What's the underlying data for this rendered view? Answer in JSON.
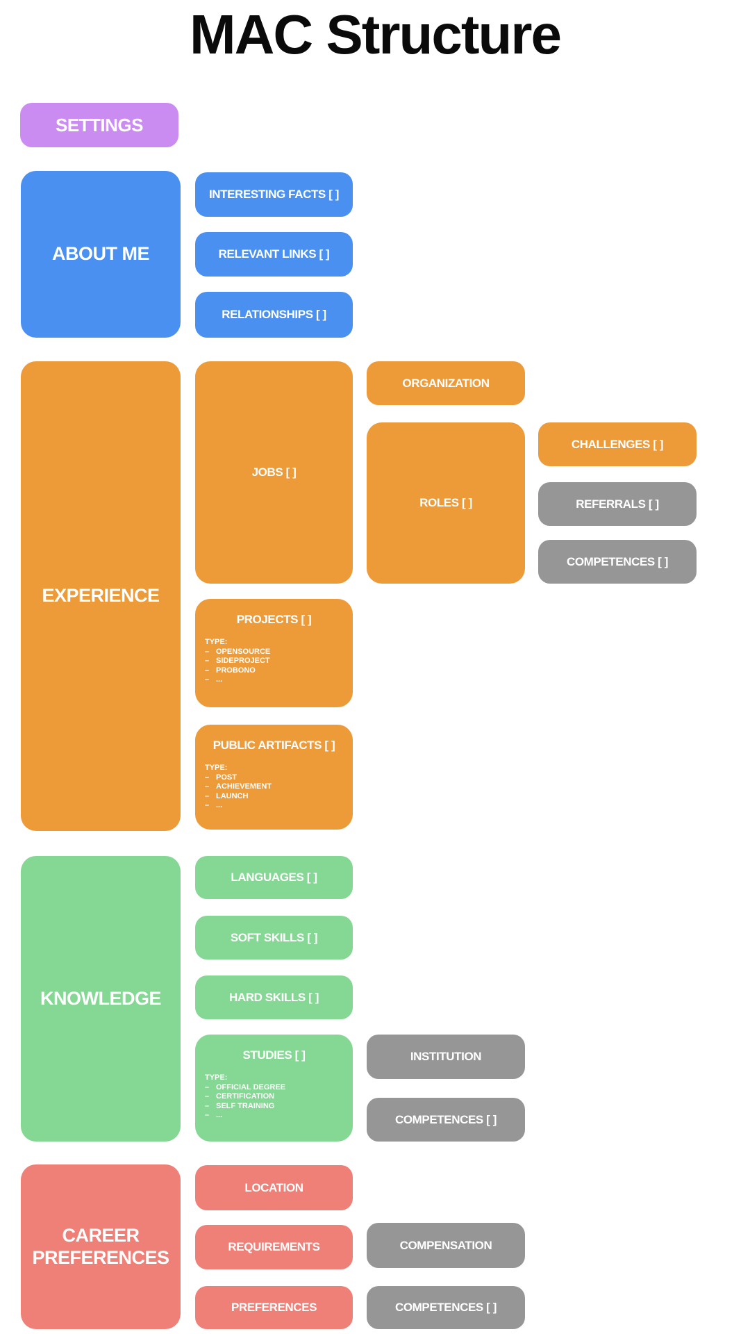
{
  "page_title": "MAC Structure",
  "list_bullet": "–",
  "colors": {
    "background": "#ffffff",
    "title_text": "#0a0a0a",
    "block_text": "#ffffff",
    "purple": "#cb8cf2",
    "blue": "#4a90f0",
    "orange": "#ed9a39",
    "green": "#85d794",
    "salmon": "#ee8078",
    "gray": "#969696"
  },
  "settings": {
    "label": "SETTINGS"
  },
  "about": {
    "label": "ABOUT ME",
    "children": [
      {
        "label": "INTERESTING FACTS [ ]"
      },
      {
        "label": "RELEVANT LINKS [ ]"
      },
      {
        "label": "RELATIONSHIPS [ ]"
      }
    ]
  },
  "experience": {
    "label": "EXPERIENCE",
    "jobs": {
      "label": "JOBS [ ]"
    },
    "organization": {
      "label": "ORGANIZATION"
    },
    "roles": {
      "label": "ROLES [ ]"
    },
    "roles_children": [
      {
        "label": "CHALLENGES [ ]",
        "color": "orange"
      },
      {
        "label": "REFERRALS [ ]",
        "color": "gray"
      },
      {
        "label": "COMPETENCES [ ]",
        "color": "gray"
      }
    ],
    "projects": {
      "label": "PROJECTS [ ]",
      "type_heading": "TYPE:",
      "types": [
        "OPENSOURCE",
        "SIDEPROJECT",
        "PROBONO",
        "..."
      ]
    },
    "public_artifacts": {
      "label": "PUBLIC ARTIFACTS [ ]",
      "type_heading": "TYPE:",
      "types": [
        "POST",
        "ACHIEVEMENT",
        "LAUNCH",
        "..."
      ]
    }
  },
  "knowledge": {
    "label": "KNOWLEDGE",
    "children": [
      {
        "label": "LANGUAGES [ ]"
      },
      {
        "label": "SOFT SKILLS [ ]"
      },
      {
        "label": "HARD SKILLS [ ]"
      }
    ],
    "studies": {
      "label": "STUDIES [ ]",
      "type_heading": "TYPE:",
      "types": [
        "OFFICIAL DEGREE",
        "CERTIFICATION",
        "SELF TRAINING",
        "..."
      ]
    },
    "studies_children": [
      {
        "label": "INSTITUTION"
      },
      {
        "label": "COMPETENCES [ ]"
      }
    ]
  },
  "career": {
    "label": "CAREER PREFERENCES",
    "children": [
      {
        "label": "LOCATION"
      },
      {
        "label": "REQUIREMENTS"
      },
      {
        "label": "PREFERENCES"
      }
    ],
    "requirements_children": [
      {
        "label": "COMPENSATION"
      },
      {
        "label": "COMPETENCES [ ]"
      }
    ]
  }
}
